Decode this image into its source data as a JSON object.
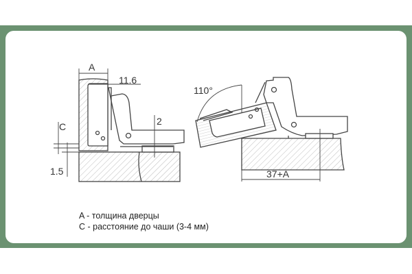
{
  "labels": {
    "a": "A",
    "dim_11_6": "11.6",
    "dim_2": "2",
    "c": "C",
    "dim_1_5": "1.5",
    "angle": "110°",
    "dim_37a": "37+A"
  },
  "legend": [
    "A - толщина дверцы",
    "C - расстояние до чаши (3-4 мм)"
  ],
  "colors": {
    "frame": "#6b9271",
    "line": "#444444"
  }
}
